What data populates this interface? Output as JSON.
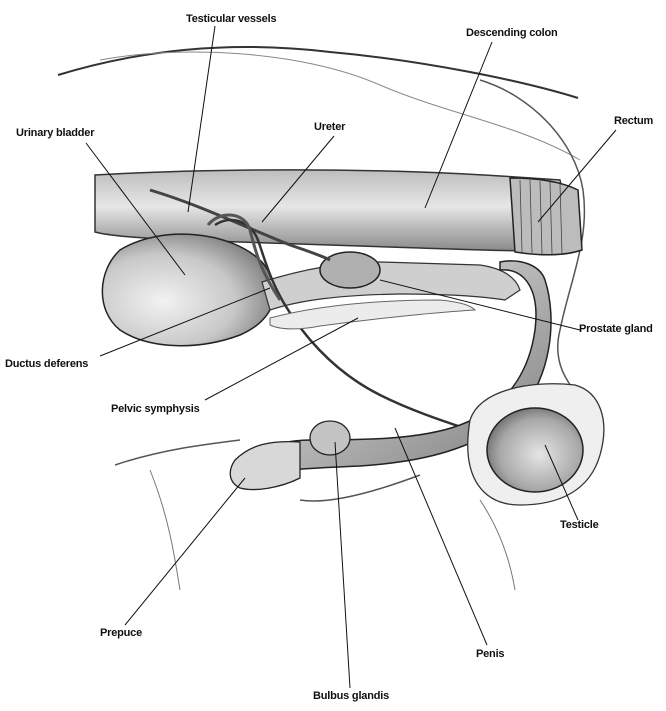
{
  "labels": {
    "testicular_vessels": "Testicular vessels",
    "descending_colon": "Descending colon",
    "urinary_bladder": "Urinary bladder",
    "ureter": "Ureter",
    "rectum": "Rectum",
    "prostate_gland": "Prostate gland",
    "ductus_deferens": "Ductus deferens",
    "pelvic_symphysis": "Pelvic symphysis",
    "testicle": "Testicle",
    "prepuce": "Prepuce",
    "penis": "Penis",
    "bulbus_glandis": "Bulbus glandis"
  },
  "colors": {
    "ink": "#111111",
    "shade": "#9a9a9a",
    "tissue": "#d9d9d9",
    "background": "#ffffff"
  }
}
